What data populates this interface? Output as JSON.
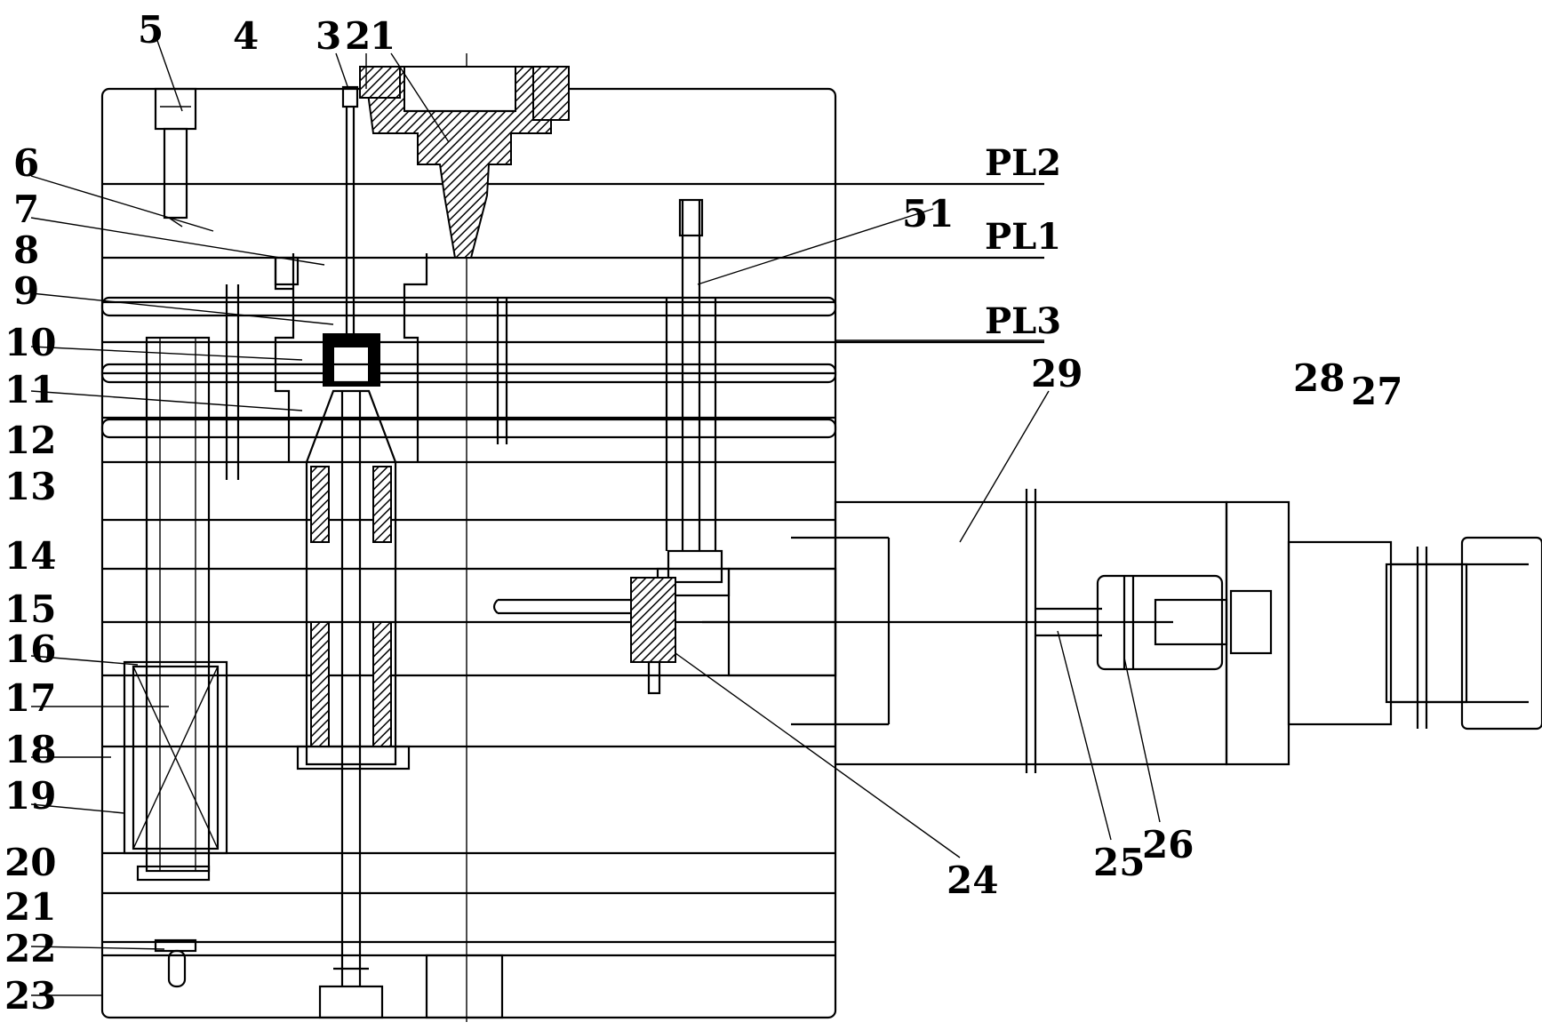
{
  "diagram": {
    "labels": {
      "n1": "1",
      "n2": "2",
      "n3": "3",
      "n4": "4",
      "n5": "5",
      "n6": "6",
      "n7": "7",
      "n8": "8",
      "n9": "9",
      "n10": "10",
      "n11": "11",
      "n12": "12",
      "n13": "13",
      "n14": "14",
      "n15": "15",
      "n16": "16",
      "n17": "17",
      "n18": "18",
      "n19": "19",
      "n20": "20",
      "n21": "21",
      "n22": "22",
      "n23": "23",
      "n24": "24",
      "n25": "25",
      "n26": "26",
      "n27": "27",
      "n28": "28",
      "n29": "29",
      "n51": "51"
    },
    "parting_lines": {
      "pl1": "PL1",
      "pl2": "PL2",
      "pl3": "PL3"
    }
  }
}
